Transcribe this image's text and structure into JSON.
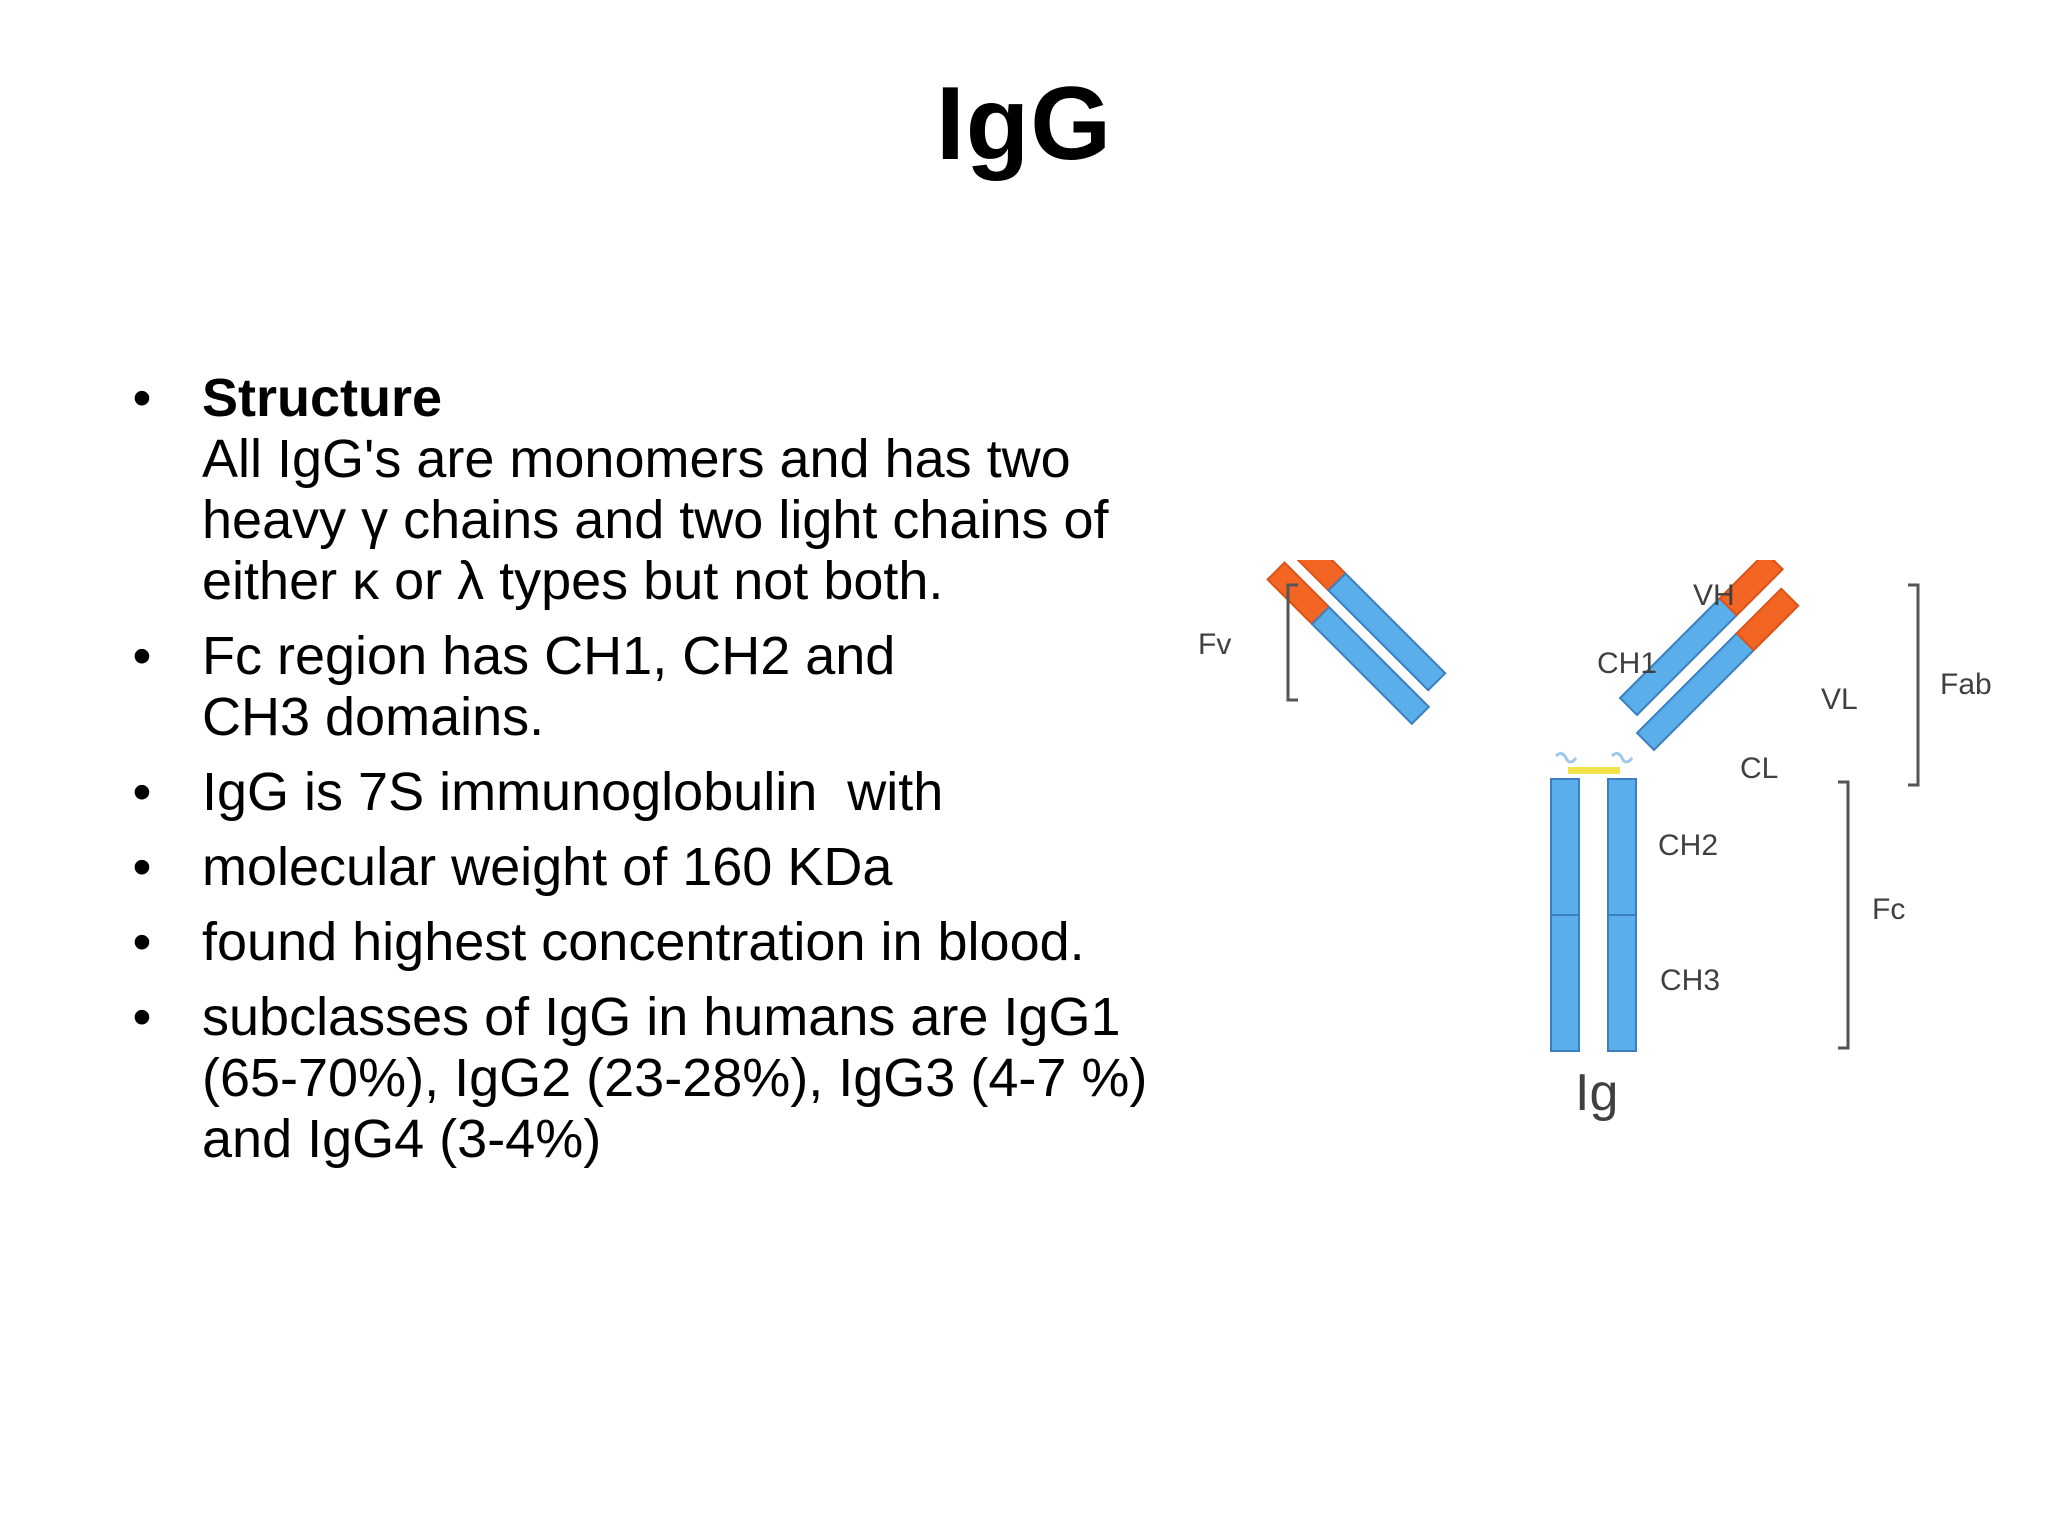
{
  "title": "IgG",
  "bullets": [
    {
      "heading": "Structure",
      "lines": [
        "All IgG's are monomers and has two",
        "heavy γ chains and two light chains of",
        "either κ or λ types but not both."
      ]
    },
    {
      "lines": [
        "Fc region has CH1, CH2 and",
        "CH3 domains."
      ]
    },
    {
      "lines": [
        "IgG is 7S immunoglobulin  with"
      ]
    },
    {
      "lines": [
        "molecular weight of 160 KDa"
      ]
    },
    {
      "lines": [
        "found highest concentration in blood."
      ]
    },
    {
      "lines": [
        "subclasses of IgG in humans are IgG1",
        "(65-70%), IgG2 (23-28%), IgG3 (4-7 %)",
        "and IgG4 (3-4%)"
      ]
    }
  ],
  "bullet_symbol": "•",
  "diagram": {
    "labels": {
      "fv": "Fv",
      "vh": "VH",
      "ch1": "CH1",
      "vl": "VL",
      "fab": "Fab",
      "cl": "CL",
      "ch2": "CH2",
      "fc": "Fc",
      "ch3": "CH3",
      "ig": "Ig"
    },
    "colors": {
      "constant_domain": "#5aaeea",
      "variable_domain": "#f26522",
      "disulfide_bond": "#f2e34c",
      "outline": "#3b7fc0"
    }
  }
}
